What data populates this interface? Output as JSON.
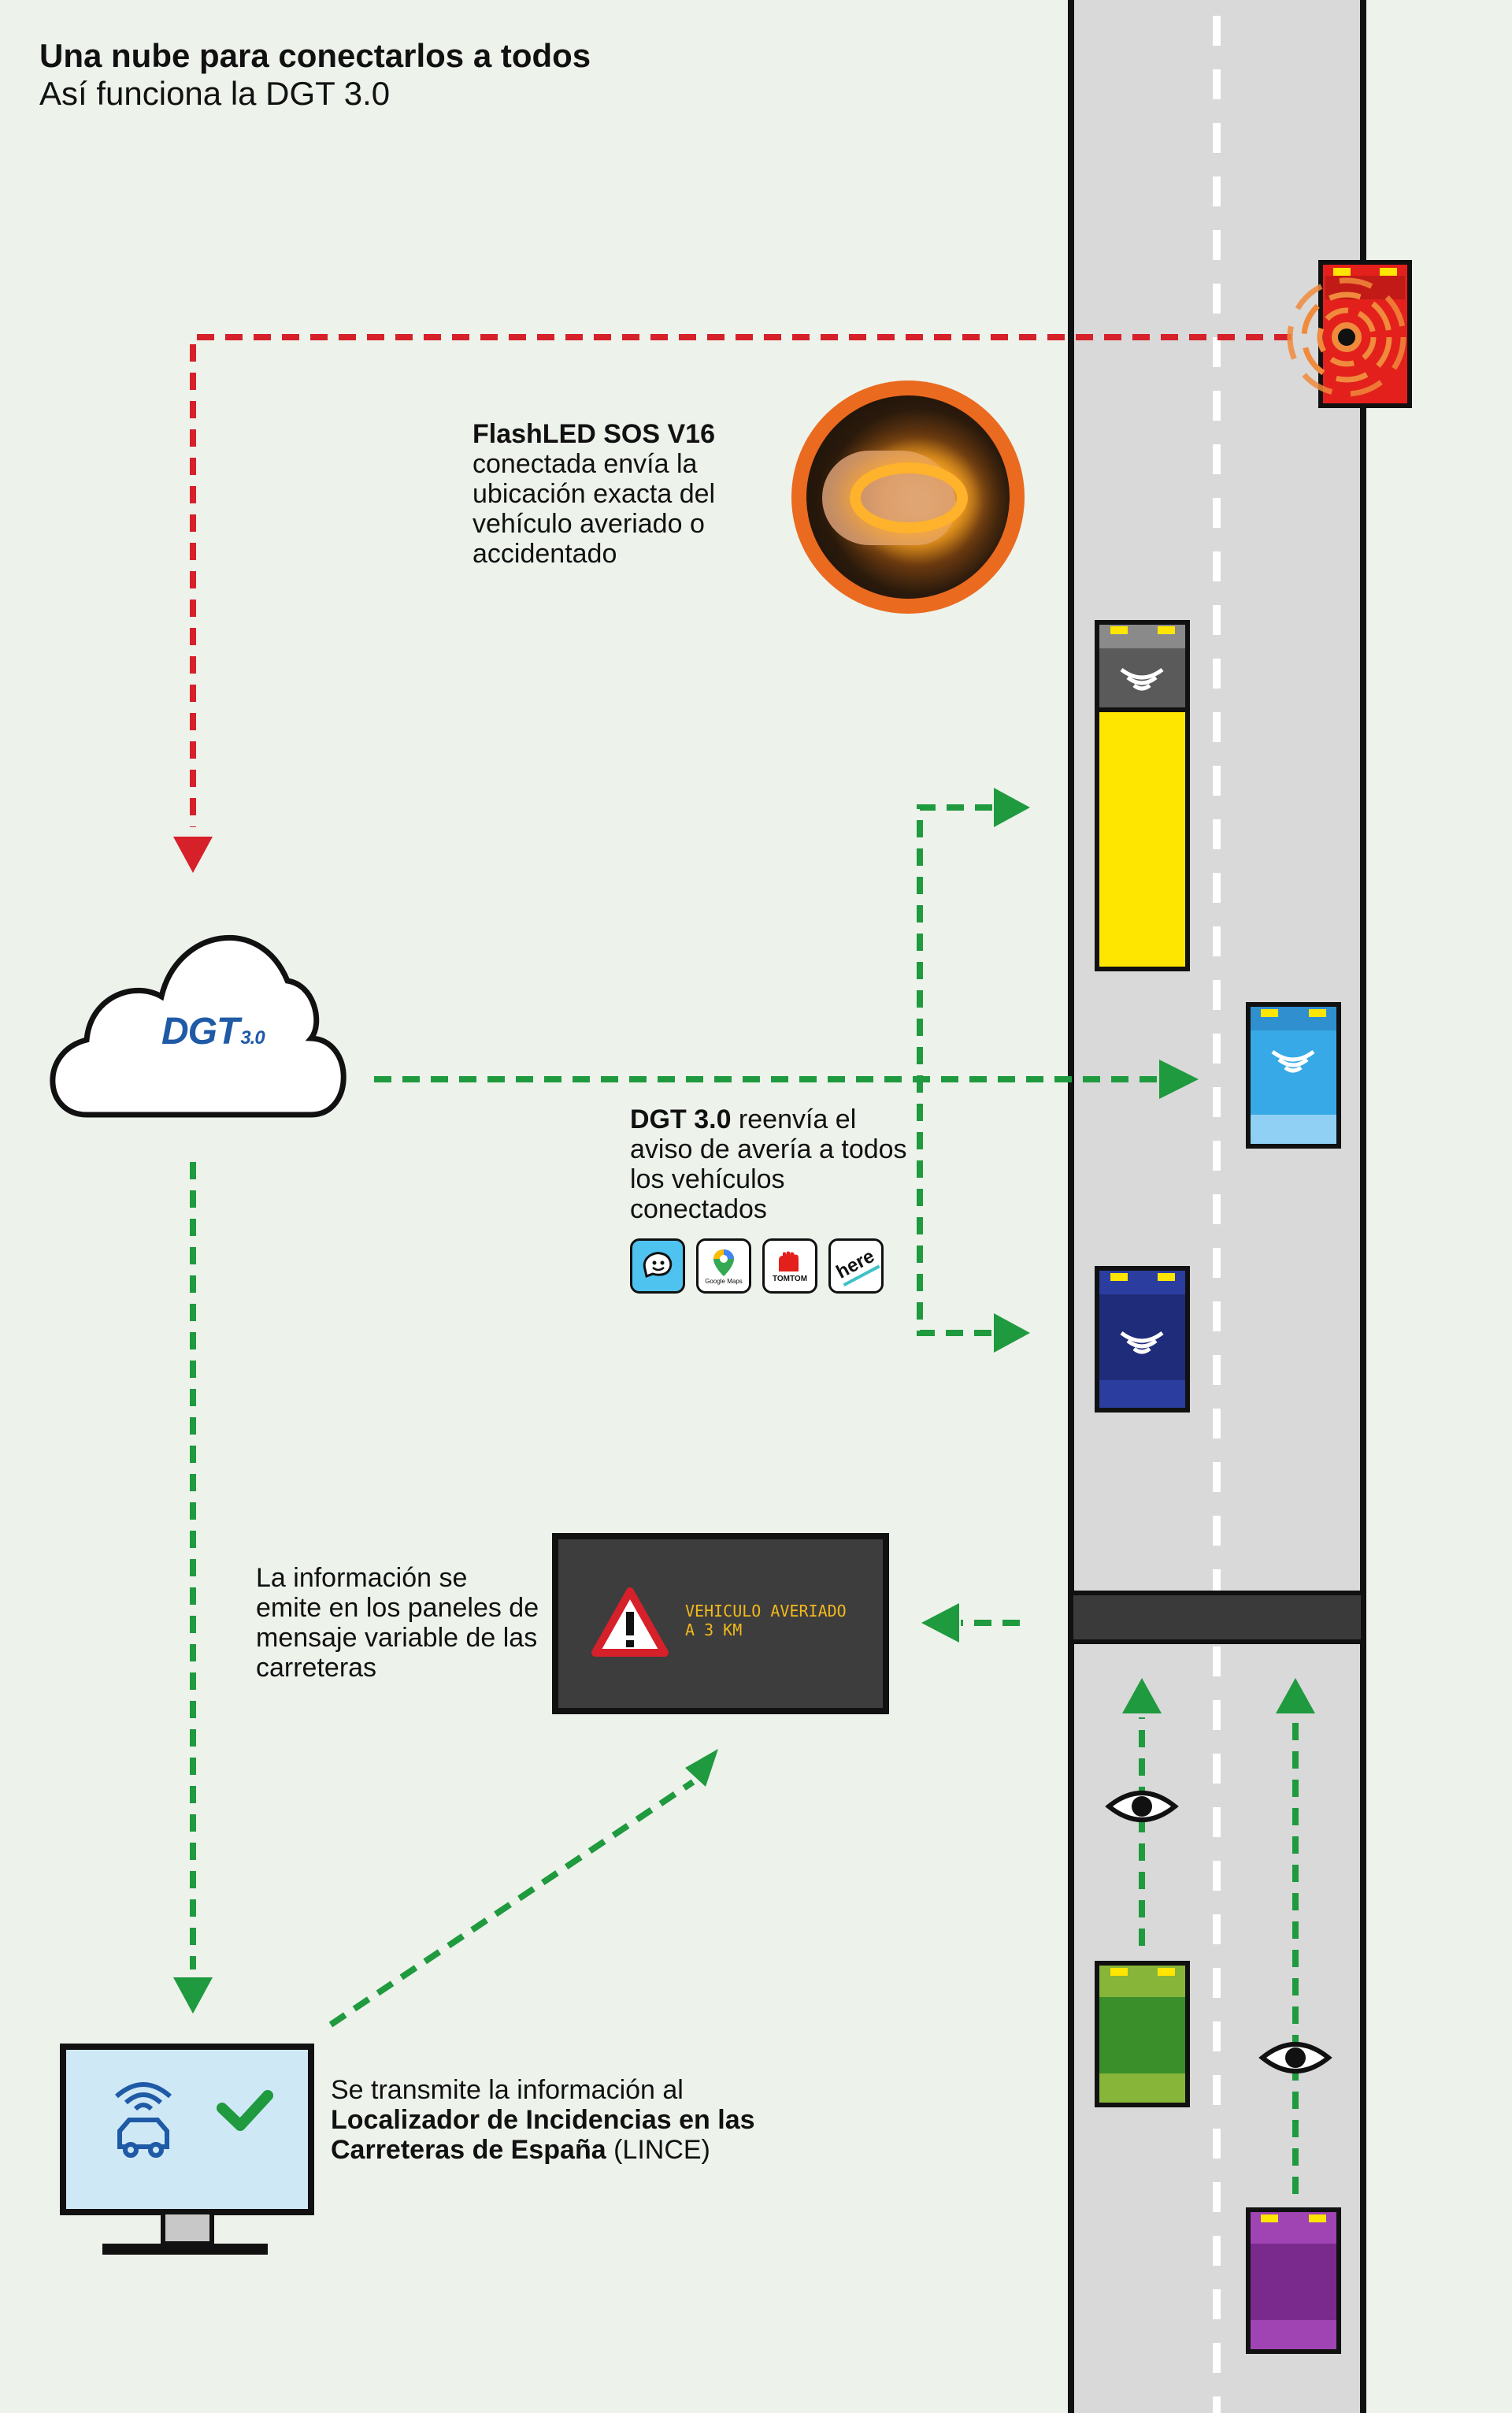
{
  "header": {
    "title": "Una nube para conectarlos a todos",
    "subtitle": "Así funciona la DGT 3.0"
  },
  "beacon_text": {
    "bold": "FlashLED SOS V16",
    "rest": "conectada envía la ubicación exacta del vehículo averiado o accidentado"
  },
  "cloud": {
    "logo_text": "DGT",
    "logo_version": "3.0"
  },
  "forward_text": {
    "bold": "DGT 3.0",
    "rest": " reenvía el aviso de avería a todos los vehículos conectados"
  },
  "apps": [
    {
      "name": "Waze",
      "label": ""
    },
    {
      "name": "Google Maps",
      "label": "Google Maps"
    },
    {
      "name": "TomTom",
      "label": "TOMTOM"
    },
    {
      "name": "here",
      "label": "here"
    }
  ],
  "panel_info_text": "La información se emite en los paneles de mensaje variable de las carreteras",
  "panel_message": {
    "line1": "VEHICULO AVERIADO",
    "line2": "A 3 KM"
  },
  "lince_text": {
    "part1": "Se transmite la información al ",
    "bold": "Localizador de Incidencias en las Carreteras de España",
    "part2": " (LINCE)"
  },
  "colors": {
    "background": "#edf2eb",
    "road": "#d9d9d9",
    "red_arrow": "#d6202a",
    "green_arrow": "#1f9a3e",
    "broken_car": "#e3201b",
    "truck": "#ffe600",
    "blue_car": "#37a9e6",
    "navy_car": "#1f2c7a",
    "green_car": "#4a9a2e",
    "purple_car": "#7a2a8c",
    "panel": "#3d3d3d",
    "monitor": "#cfe8f6"
  }
}
